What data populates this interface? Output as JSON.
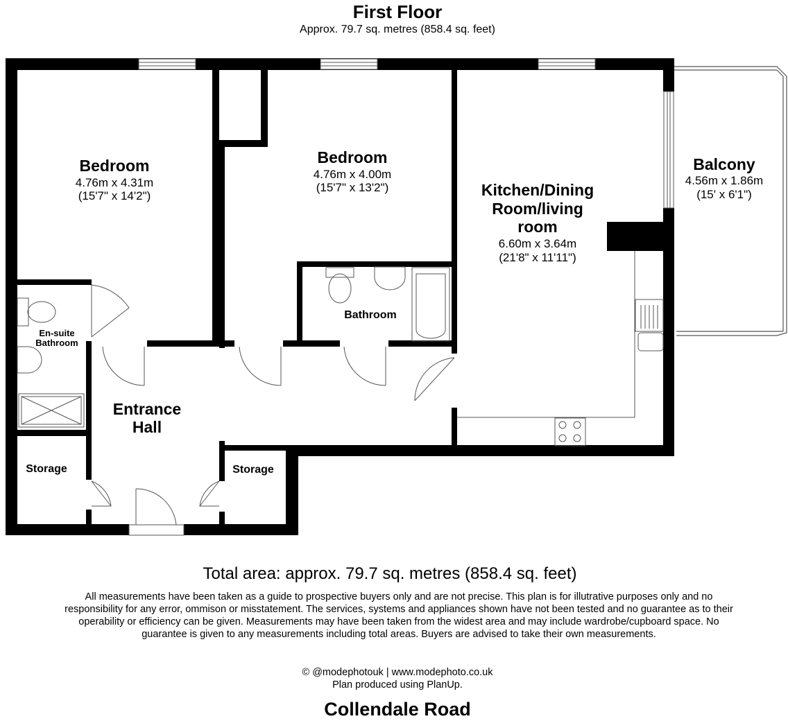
{
  "header": {
    "title": "First Floor",
    "subtitle": "Approx. 79.7 sq. metres (858.4 sq. feet)"
  },
  "rooms": {
    "bedroom1": {
      "name": "Bedroom",
      "metric": "4.76m x 4.31m",
      "imperial": "(15'7\" x 14'2\")"
    },
    "bedroom2": {
      "name": "Bedroom",
      "metric": "4.76m x 4.00m",
      "imperial": "(15'7\" x 13'2\")"
    },
    "kitchen": {
      "name_line1": "Kitchen/Dining",
      "name_line2": "Room/living",
      "name_line3": "room",
      "metric": "6.60m x 3.64m",
      "imperial": "(21'8\" x 11'11\")"
    },
    "balcony": {
      "name": "Balcony",
      "metric": "4.56m x 1.86m",
      "imperial": "(15' x 6'1\")"
    },
    "bathroom": {
      "name": "Bathroom"
    },
    "ensuite": {
      "name_line1": "En-suite",
      "name_line2": "Bathroom"
    },
    "entrance": {
      "name_line1": "Entrance",
      "name_line2": "Hall"
    },
    "storage_left": {
      "name": "Storage"
    },
    "storage_right": {
      "name": "Storage"
    }
  },
  "footer": {
    "total": "Total area: approx. 79.7 sq. metres (858.4 sq. feet)",
    "disclaimer": "All measurements have been taken as a guide to prospective buyers only and are not precise. This plan is for illutrative purposes only and no responsibility for any error, ommison or misstatement. The services, systems and appliances shown have not been tested and no guarantee as to their operability or efficiency can be given. Measurements may have been taken from the widest area and may include wardrobe/cupboard space. No guarantee is given to any measurements including total areas. Buyers are advised to take their own measurements.",
    "credit_line1": "© @modephotouk | www.modephoto.co.uk",
    "credit_line2": "Plan produced using PlanUp.",
    "property_name": "Collendale Road"
  },
  "colors": {
    "wall": "#000000",
    "fixture": "#555555",
    "background": "#ffffff"
  }
}
